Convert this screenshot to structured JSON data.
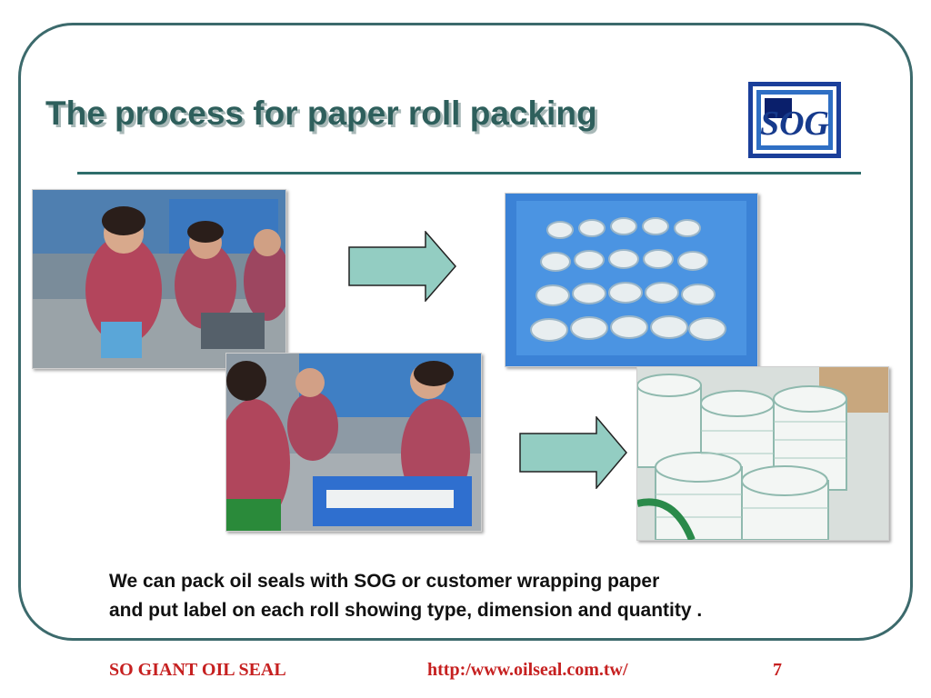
{
  "slide": {
    "title": "The process for paper roll packing",
    "caption_line1": "We can pack oil seals with SOG or customer wrapping  paper",
    "caption_line2": "and put label on each roll showing type, dimension and quantity ."
  },
  "logo": {
    "text": "SOG",
    "icon": "sog-logo"
  },
  "photos": [
    {
      "icon": "workers-wrapping-seals-photo"
    },
    {
      "icon": "crate-of-wrapped-rolls-photo"
    },
    {
      "icon": "workers-labeling-rolls-photo"
    },
    {
      "icon": "paper-rolls-closeup-photo"
    }
  ],
  "footer": {
    "company": "SO GIANT OIL SEAL",
    "url": "http:/www.oilseal.com.tw/",
    "page_number": "7"
  },
  "colors": {
    "title": "#2e5f5c",
    "rule": "#2e6d6b",
    "frame": "#3c6a6c",
    "arrow_fill": "#93cdc2",
    "footer_text": "#c62020"
  }
}
